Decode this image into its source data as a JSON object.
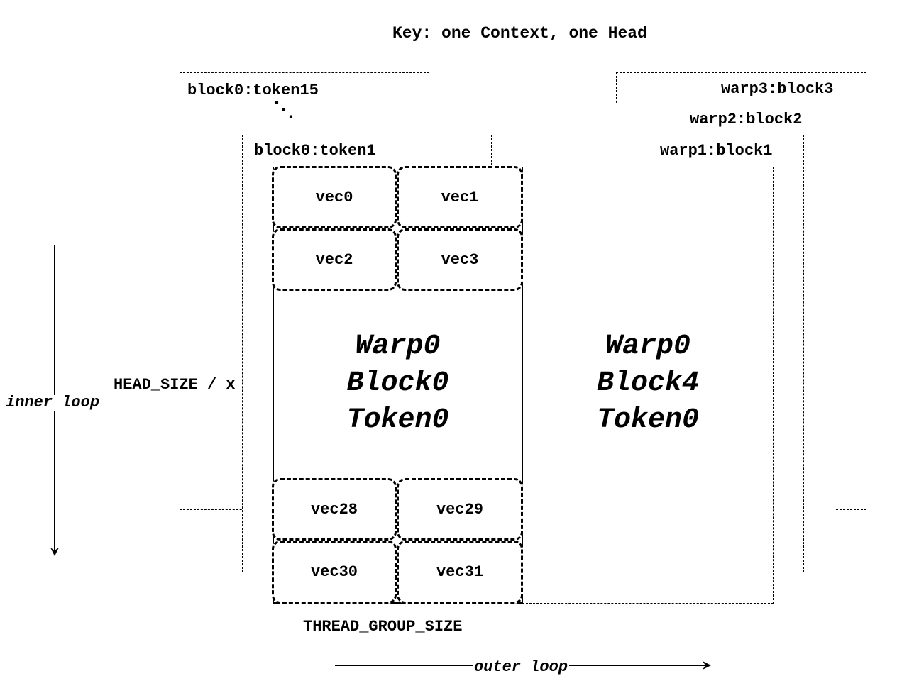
{
  "title": "Key: one Context, one Head",
  "token_layers": [
    {
      "label": "block0:token15"
    },
    {
      "label": "block0:token1"
    }
  ],
  "ellipsis": "⋱",
  "warp_layers": [
    {
      "label": "warp3:block3"
    },
    {
      "label": "warp2:block2"
    },
    {
      "label": "warp1:block1"
    }
  ],
  "main_block": {
    "lines": [
      "Warp0",
      "Block0",
      "Token0"
    ],
    "vecs": [
      "vec0",
      "vec1",
      "vec2",
      "vec3",
      "vec28",
      "vec29",
      "vec30",
      "vec31"
    ]
  },
  "right_block": {
    "lines": [
      "Warp0",
      "Block4",
      "Token0"
    ]
  },
  "labels": {
    "head_size": "HEAD_SIZE / x",
    "inner_loop": "inner loop",
    "thread_group_size": "THREAD_GROUP_SIZE",
    "outer_loop": "outer loop"
  }
}
